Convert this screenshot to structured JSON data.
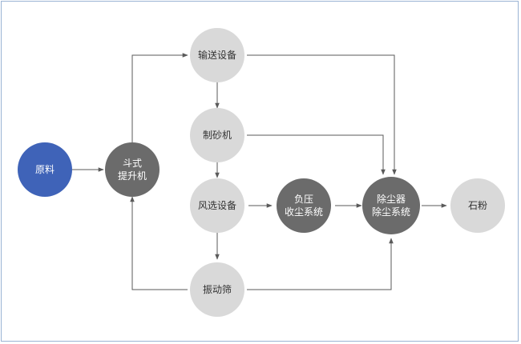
{
  "colors": {
    "raw": "#3f63b8",
    "dark": "#6b6b6b",
    "light": "#d9d9d9",
    "line": "#5a5a5a"
  },
  "nodes": {
    "raw": {
      "lines": [
        "原料"
      ]
    },
    "bucket_elevator": {
      "lines": [
        "斗式",
        "提升机"
      ]
    },
    "conveyor": {
      "lines": [
        "输送设备"
      ]
    },
    "sand_maker": {
      "lines": [
        "制砂机"
      ]
    },
    "air_separator": {
      "lines": [
        "风选设备"
      ]
    },
    "negative_pressure": {
      "lines": [
        "负压",
        "收尘系统"
      ]
    },
    "dust_remover": {
      "lines": [
        "除尘器",
        "除尘系统"
      ]
    },
    "stone_powder": {
      "lines": [
        "石粉"
      ]
    },
    "vibrating_screen": {
      "lines": [
        "振动筛"
      ]
    }
  }
}
